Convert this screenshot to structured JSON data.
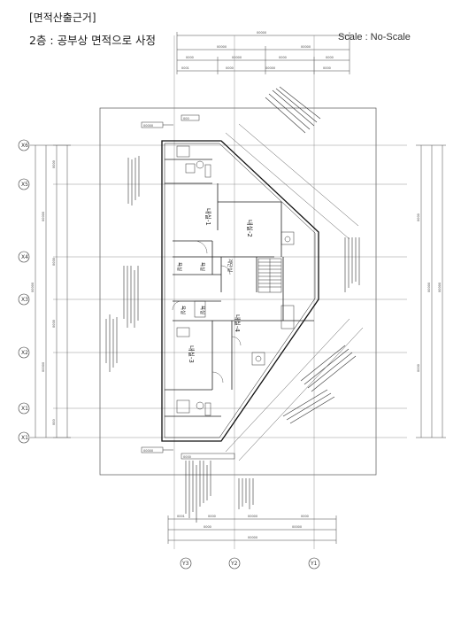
{
  "header": {
    "heading": "[면적산출근거]",
    "subtitle": "2층 : 공부상 면적으로 사정",
    "scale": "Scale : No-Scale"
  },
  "grid_left": [
    "X6",
    "X5",
    "X4",
    "X3",
    "X2",
    "X1",
    "X1"
  ],
  "grid_bottom": [
    "Y3",
    "Y2",
    "Y1"
  ],
  "rooms": {
    "r1": "내실-1",
    "r2": "내실-2",
    "r3": "내실-3",
    "r4": "내실-4",
    "bath1": "욕실",
    "bath2": "욕실",
    "bath3": "욕실",
    "bath4": "욕실",
    "stair": "계단실"
  }
}
